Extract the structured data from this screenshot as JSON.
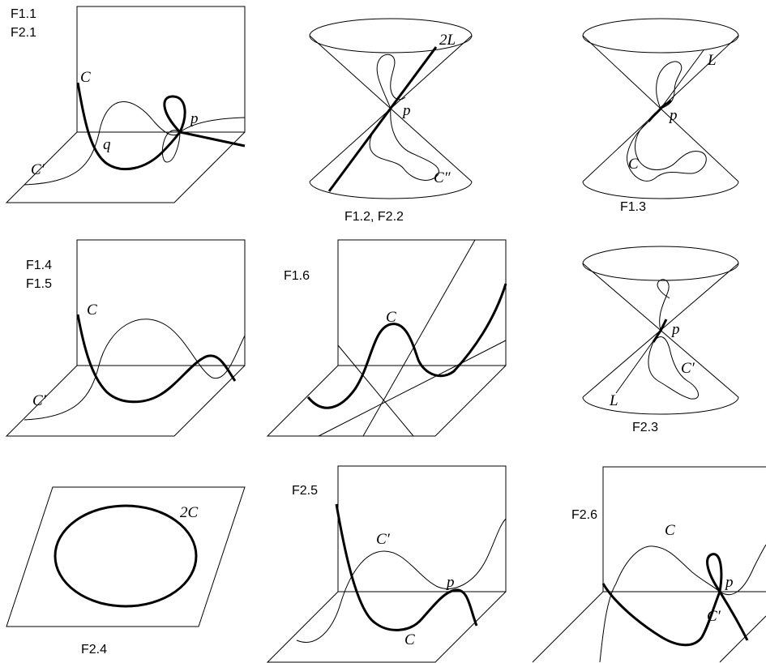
{
  "panels": {
    "p1": {
      "caption_a": "F1.1",
      "caption_b": "F2.1",
      "curve_c": "C",
      "curve_c_prime": "C′",
      "point_q": "q",
      "point_p": "p"
    },
    "p2": {
      "caption": "F1.2, F2.2",
      "line": "2L",
      "point_p": "p",
      "curve": "C″"
    },
    "p3": {
      "caption": "F1.3",
      "line": "L",
      "point_p": "p",
      "curve": "C"
    },
    "p4": {
      "caption_a": "F1.4",
      "caption_b": "F1.5",
      "curve_c": "C",
      "curve_c_prime": "C′"
    },
    "p5": {
      "caption": "F1.6",
      "curve": "C"
    },
    "p6": {
      "caption": "F2.3",
      "point_p": "p",
      "curve": "C′",
      "line": "L"
    },
    "p7": {
      "caption": "F2.4",
      "curve": "2C"
    },
    "p8": {
      "caption": "F2.5",
      "curve_c_prime": "C′",
      "curve_c": "C",
      "point_p": "p"
    },
    "p9": {
      "caption": "F2.6",
      "curve_c": "C",
      "point_p": "p",
      "curve_c_prime": "C′"
    }
  }
}
